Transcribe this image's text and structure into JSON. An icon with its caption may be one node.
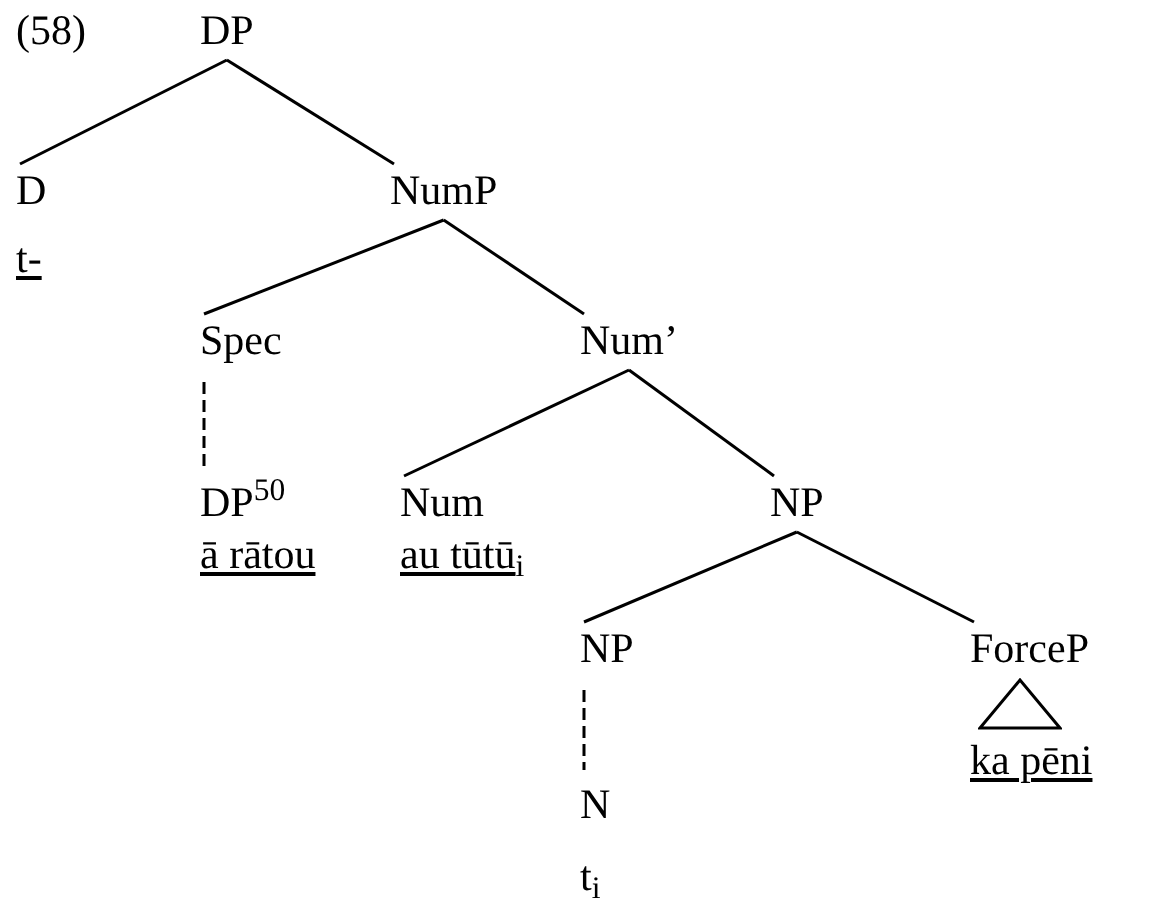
{
  "diagram": {
    "nodes": [
      {
        "text": [
          "DP"
        ]
      },
      {
        "text": [
          "D",
          "t-"
        ]
      },
      {
        "text": [
          "NumP"
        ]
      },
      {
        "text": [
          "Spec"
        ]
      },
      {
        "text": [
          "Num’"
        ]
      },
      {
        "text": [
          "DP$^{50}$",
          "ā rātou"
        ]
      },
      {
        "text": [
          "Num",
          "au tūtū$_{i}$"
        ]
      },
      {
        "text": [
          "NP"
        ]
      },
      {
        "text": [
          "NP"
        ]
      },
      {
        "text": [
          "ForceP",
          "ka pēni"
        ]
      },
      {
        "text": [
          "N",
          "t$_{i}$"
        ]
      }
    ],
    "edges": [
      {
        "from": 0,
        "to": 1,
        "arrow": "none"
      },
      {
        "from": 0,
        "to": 2,
        "arrow": "none"
      },
      {
        "from": 2,
        "to": 3,
        "arrow": "none"
      },
      {
        "from": 2,
        "to": 4,
        "arrow": "none"
      },
      {
        "from": 3,
        "to": 5,
        "arrow": "none",
        "style": "dashed"
      },
      {
        "from": 4,
        "to": 6,
        "arrow": "none"
      },
      {
        "from": 4,
        "to": 7,
        "arrow": "none"
      },
      {
        "from": 7,
        "to": 8,
        "arrow": "none"
      },
      {
        "from": 7,
        "to": 9,
        "arrow": "none"
      },
      {
        "from": 8,
        "to": 10,
        "arrow": "none",
        "style": "dashed"
      }
    ],
    "labels": [
      "(58)"
    ]
  }
}
